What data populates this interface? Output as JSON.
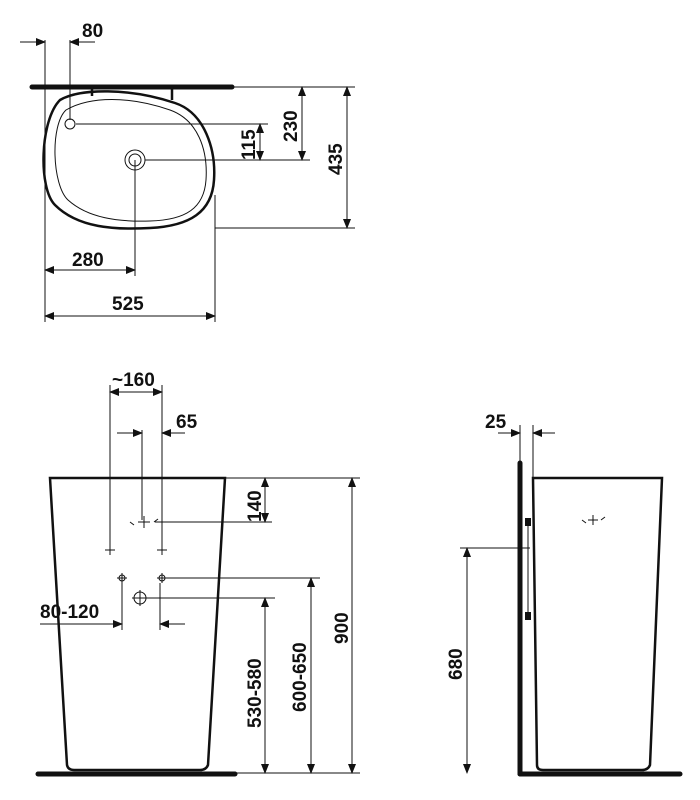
{
  "drawing": {
    "top_view": {
      "dims": {
        "offset_tap": "80",
        "depth_to_drain": "230",
        "total_depth": "435",
        "tap_to_drain": "115",
        "drain_from_left": "280",
        "total_width": "525"
      }
    },
    "front_view": {
      "dims": {
        "tap_spacing": "~160",
        "half_spacing": "65",
        "tap_height_from_top": "140",
        "total_height": "900",
        "waste_spacing": "80-120",
        "height_530": "530-580",
        "height_600": "600-650"
      }
    },
    "side_view": {
      "dims": {
        "wall_gap": "25",
        "height_680": "680"
      }
    }
  }
}
